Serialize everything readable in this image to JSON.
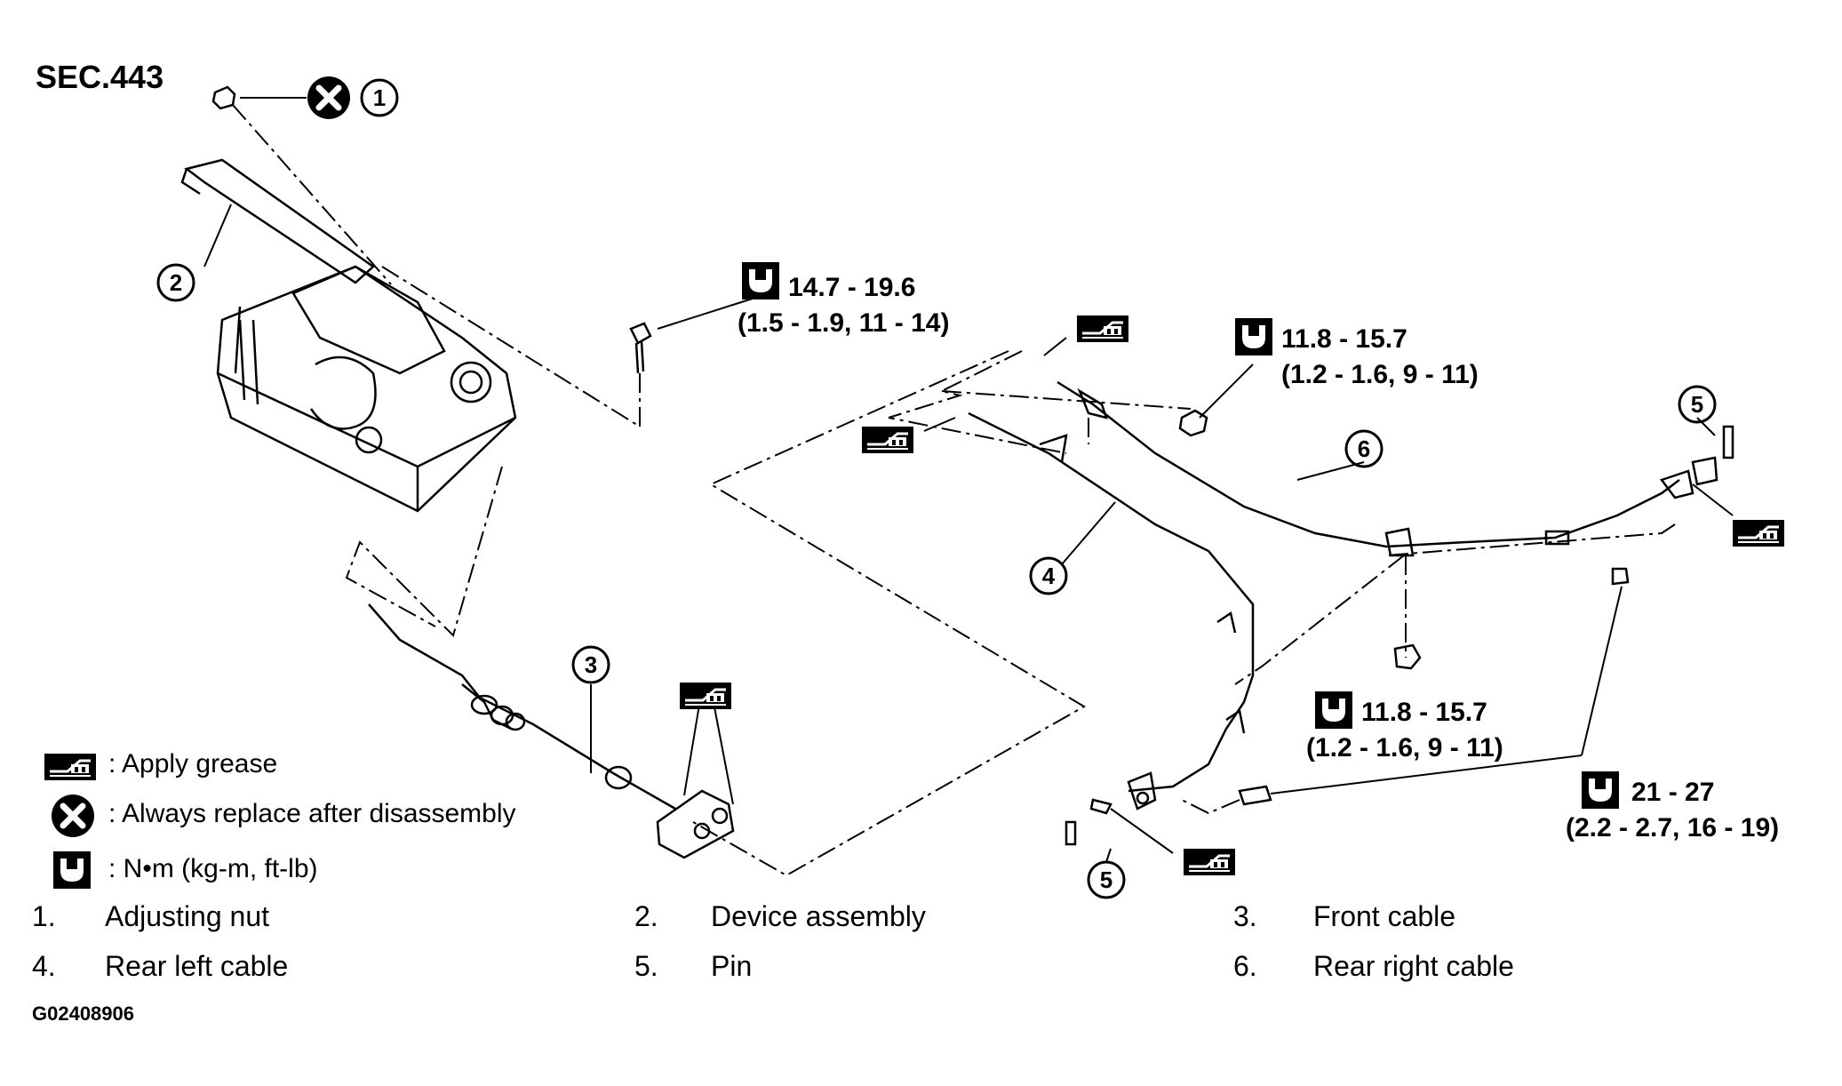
{
  "section": "SEC.443",
  "figure_code": "G02408906",
  "callouts": [
    "1",
    "2",
    "3",
    "4",
    "5",
    "6"
  ],
  "torques": [
    {
      "line1": "14.7 - 19.6",
      "line2": "(1.5 - 1.9, 11 - 14)"
    },
    {
      "line1": "11.8 - 15.7",
      "line2": "(1.2 - 1.6, 9 - 11)"
    },
    {
      "line1": "11.8 - 15.7",
      "line2": "(1.2 - 1.6, 9 - 11)"
    },
    {
      "line1": "21 - 27",
      "line2": "(2.2 - 2.7, 16 - 19)"
    }
  ],
  "legend": {
    "grease": ": Apply grease",
    "replace": ": Always replace after disassembly",
    "torque_unit": ":  N•m  (kg-m,  ft-lb)"
  },
  "parts": [
    {
      "num": "1.",
      "name": "Adjusting nut"
    },
    {
      "num": "2.",
      "name": "Device assembly"
    },
    {
      "num": "3.",
      "name": "Front cable"
    },
    {
      "num": "4.",
      "name": "Rear left cable"
    },
    {
      "num": "5.",
      "name": "Pin"
    },
    {
      "num": "6.",
      "name": "Rear right cable"
    }
  ],
  "icons": {
    "grease": "grease-symbol-icon",
    "replace": "always-replace-x-icon",
    "torque": "torque-wrench-icon"
  }
}
